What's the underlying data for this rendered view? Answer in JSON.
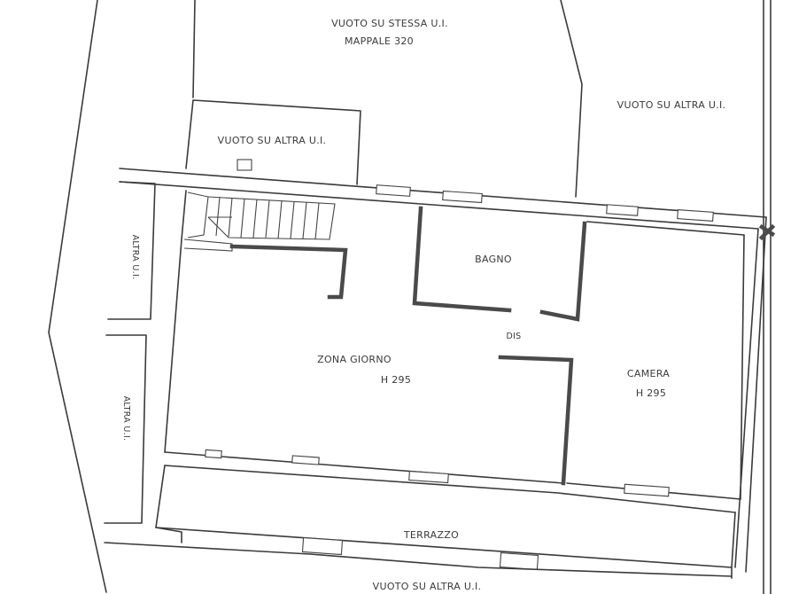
{
  "labels": {
    "vuoto_stessa": "VUOTO SU STESSA U.I.",
    "mappale": "MAPPALE 320",
    "vuoto_altra_right": "VUOTO SU ALTRA U.I.",
    "vuoto_altra_left": "VUOTO SU ALTRA U.I.",
    "altra_ui_top": "ALTRA U.I.",
    "altra_ui_bottom": "ALTRA U.I.",
    "baono": "BAGNO",
    "dis": "DIS",
    "zona_giorno": "ZONA GIORNO",
    "h_giorno": "H 295",
    "camera": "CAMERA",
    "h_camera": "H 295",
    "terrazzo": "TERRAZZO",
    "vuoto_altra_bottom": "VUOTO SU ALTRA U.I."
  }
}
